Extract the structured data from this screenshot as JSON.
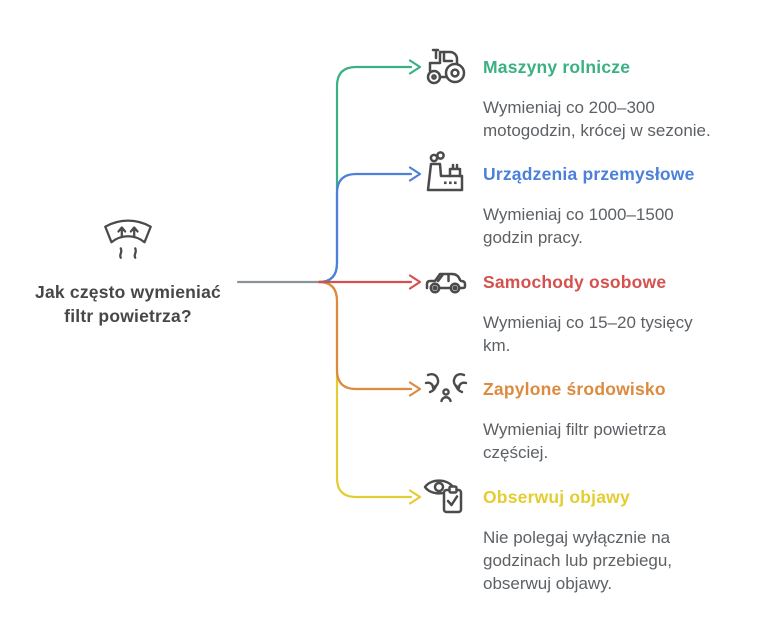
{
  "root_node": {
    "title": "Jak często wymieniać filtr powietrza?",
    "icon": "air-filter-icon"
  },
  "connector": {
    "trunk_color": "#8b9299"
  },
  "branches": [
    {
      "label": "Maszyny rolnicze",
      "description": "Wymieniaj co 200–300 motogodzin, krócej w sezonie.",
      "color": "#3ab183",
      "icon": "tractor-icon"
    },
    {
      "label": "Urządzenia przemysłowe",
      "description": "Wymieniaj co 1000–1500 godzin pracy.",
      "color": "#4c80d9",
      "icon": "factory-icon"
    },
    {
      "label": "Samochody osobowe",
      "description": "Wymieniaj co 15–20 tysięcy km.",
      "color": "#d5514d",
      "icon": "car-icon"
    },
    {
      "label": "Zapylone środowisko",
      "description": "Wymieniaj filtr powietrza częściej.",
      "color": "#dc8a3e",
      "icon": "dust-icon"
    },
    {
      "label": "Obserwuj objawy",
      "description": "Nie polegaj wyłącznie na godzinach lub przebiegu, obserwuj objawy.",
      "color": "#e4cd33",
      "icon": "eye-checklist-icon"
    }
  ]
}
